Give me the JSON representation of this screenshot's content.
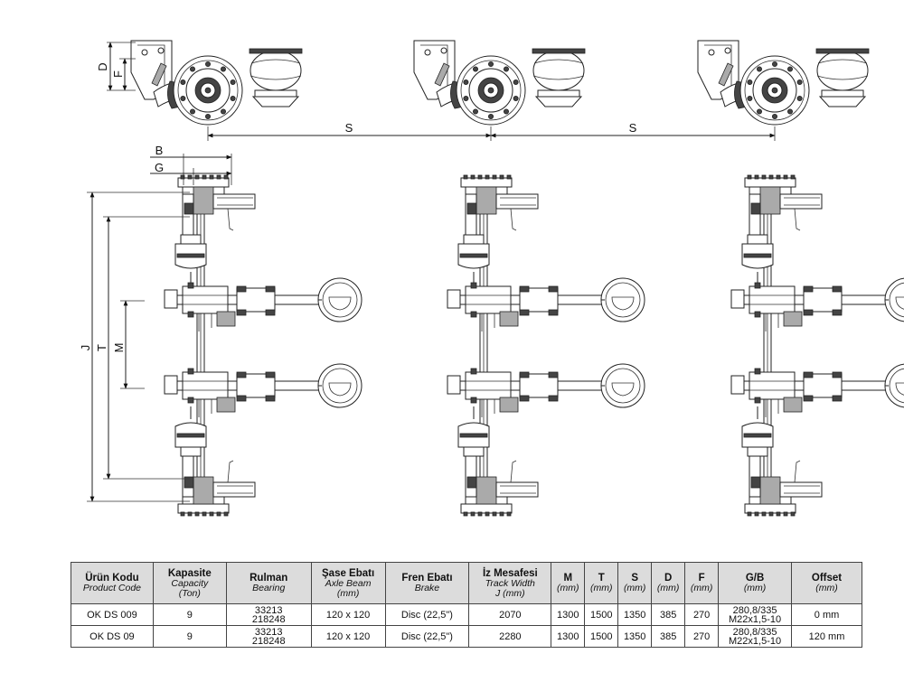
{
  "dimensions": {
    "D": "D",
    "F": "F",
    "S1": "S",
    "S2": "S",
    "B": "B",
    "G": "G",
    "J": "J",
    "T": "T",
    "M": "M"
  },
  "table": {
    "headers": [
      {
        "tr": "Ürün Kodu",
        "en": "Product Code",
        "en2": ""
      },
      {
        "tr": "Kapasite",
        "en": "Capacity",
        "en2": "(Ton)"
      },
      {
        "tr": "Rulman",
        "en": "Bearing",
        "en2": ""
      },
      {
        "tr": "Şase Ebatı",
        "en": "Axle Beam",
        "en2": "(mm)"
      },
      {
        "tr": "Fren Ebatı",
        "en": "Brake",
        "en2": ""
      },
      {
        "tr": "İz Mesafesi",
        "en": "Track Width",
        "en2": "J (mm)"
      },
      {
        "tr": "M",
        "en": "(mm)",
        "en2": ""
      },
      {
        "tr": "T",
        "en": "(mm)",
        "en2": ""
      },
      {
        "tr": "S",
        "en": "(mm)",
        "en2": ""
      },
      {
        "tr": "D",
        "en": "(mm)",
        "en2": ""
      },
      {
        "tr": "F",
        "en": "(mm)",
        "en2": ""
      },
      {
        "tr": "G/B",
        "en": "(mm)",
        "en2": ""
      },
      {
        "tr": "Offset",
        "en": "(mm)",
        "en2": ""
      }
    ],
    "rows": [
      {
        "code": "OK DS 009",
        "capacity": "9",
        "bearing1": "33213",
        "bearing2": "218248",
        "axle_beam": "120 x 120",
        "brake": "Disc (22,5\")",
        "track_width": "2070",
        "M": "1300",
        "T": "1500",
        "S": "1350",
        "D": "385",
        "F": "270",
        "gb1": "280,8/335",
        "gb2": "M22x1,5-10",
        "offset": "0 mm"
      },
      {
        "code": "OK DS 09",
        "capacity": "9",
        "bearing1": "33213",
        "bearing2": "218248",
        "axle_beam": "120 x 120",
        "brake": "Disc (22,5\")",
        "track_width": "2280",
        "M": "1300",
        "T": "1500",
        "S": "1350",
        "D": "385",
        "F": "270",
        "gb1": "280,8/335",
        "gb2": "M22x1,5-10",
        "offset": "120 mm"
      }
    ]
  }
}
